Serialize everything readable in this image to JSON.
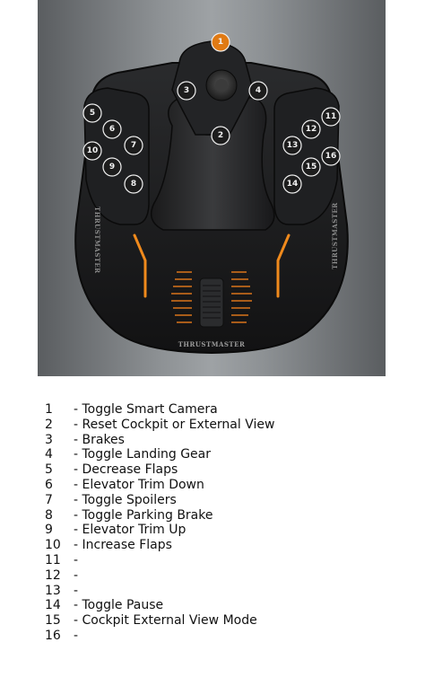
{
  "image": {
    "alt": "",
    "colors": {
      "body": "#1c1c1e",
      "accent": "#f08a1c",
      "badge_ring": "#f0f0f0",
      "badge_fill": "#1d1d1d"
    }
  },
  "stick": {
    "brand_left": "THRUSTMASTER",
    "brand_right": "THRUSTMASTER",
    "brand_bottom": "THRUSTMASTER",
    "badges": [
      "1",
      "2",
      "3",
      "4",
      "5",
      "6",
      "7",
      "8",
      "9",
      "10",
      "11",
      "12",
      "13",
      "14",
      "15",
      "16"
    ]
  },
  "mappings": [
    {
      "num": "1",
      "label": "- Toggle Smart Camera"
    },
    {
      "num": "2",
      "label": "- Reset Cockpit or External View"
    },
    {
      "num": "3",
      "label": "- Brakes"
    },
    {
      "num": "4",
      "label": "- Toggle Landing Gear"
    },
    {
      "num": "5",
      "label": "- Decrease Flaps"
    },
    {
      "num": "6",
      "label": "- Elevator Trim Down"
    },
    {
      "num": "7",
      "label": "- Toggle Spoilers"
    },
    {
      "num": "8",
      "label": "- Toggle Parking Brake"
    },
    {
      "num": "9",
      "label": "- Elevator Trim Up"
    },
    {
      "num": "10",
      "label": "- Increase Flaps"
    },
    {
      "num": "11",
      "label": "-"
    },
    {
      "num": "12",
      "label": "-"
    },
    {
      "num": "13",
      "label": "-"
    },
    {
      "num": "14",
      "label": "- Toggle Pause"
    },
    {
      "num": "15",
      "label": "- Cockpit External View Mode"
    },
    {
      "num": "16",
      "label": "-"
    }
  ]
}
